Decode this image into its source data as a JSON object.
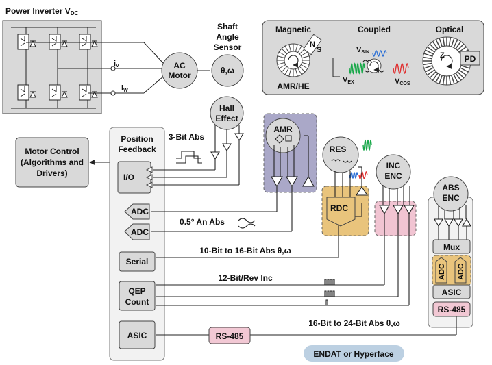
{
  "inverter": {
    "title": "Power Inverter V",
    "title_sub": "DC",
    "current_a": "i",
    "current_a_sub": "V",
    "current_b": "i",
    "current_b_sub": "W"
  },
  "motor": {
    "line1": "AC",
    "line2": "Motor"
  },
  "shaft_sensor": {
    "line1": "Shaft",
    "line2": "Angle",
    "line3": "Sensor",
    "symbol": "θ,ω"
  },
  "sensor_types": {
    "magnetic": {
      "title": "Magnetic",
      "label": "AMR/HE",
      "pole_n": "N",
      "pole_s": "S"
    },
    "coupled": {
      "title": "Coupled",
      "vsin": "V",
      "vsin_sub": "SIN",
      "vex": "V",
      "vex_sub": "EX",
      "vcos": "V",
      "vcos_sub": "COS"
    },
    "optical": {
      "title": "Optical",
      "z": "Z",
      "pd": "PD"
    }
  },
  "hall": {
    "line1": "Hall",
    "line2": "Effect",
    "signal": "3-Bit Abs"
  },
  "motor_control": {
    "line1": "Motor Control",
    "line2": "(Algorithms and",
    "line3": "Drivers)"
  },
  "position_feedback": {
    "line1": "Position",
    "line2": "Feedback",
    "io": "I/O",
    "adc1": "ADC",
    "adc2": "ADC",
    "serial": "Serial",
    "qep1": "QEP",
    "qep2": "Count",
    "asic": "ASIC"
  },
  "amr": {
    "label": "AMR",
    "signal": "0.5° An Abs"
  },
  "resolver": {
    "label": "RES",
    "rdc": "RDC",
    "signal": "10-Bit to 16-Bit Abs θ,ω"
  },
  "inc_enc": {
    "line1": "INC",
    "line2": "ENC",
    "signal": "12-Bit/Rev Inc"
  },
  "abs_enc": {
    "line1": "ABS",
    "line2": "ENC",
    "mux": "Mux",
    "adc1": "ADC",
    "adc2": "ADC",
    "asic": "ASIC",
    "rs485": "RS-485",
    "signal": "16-Bit to 24-Bit Abs θ,ω"
  },
  "rs485_main": "RS-485",
  "protocol_badge": "ENDAT or Hyperface",
  "colors": {
    "panel_gray": "#d9d9d9",
    "amr_fill": "#aaa8c8",
    "rdc_fill": "#e9c47c",
    "inc_fill": "#f1c4d2",
    "rs485_fill": "#f2c8d4",
    "badge_fill": "#bcd0e2",
    "sine_green": "#19a84a",
    "sine_blue": "#2b6fd6",
    "sine_red": "#e03030"
  }
}
